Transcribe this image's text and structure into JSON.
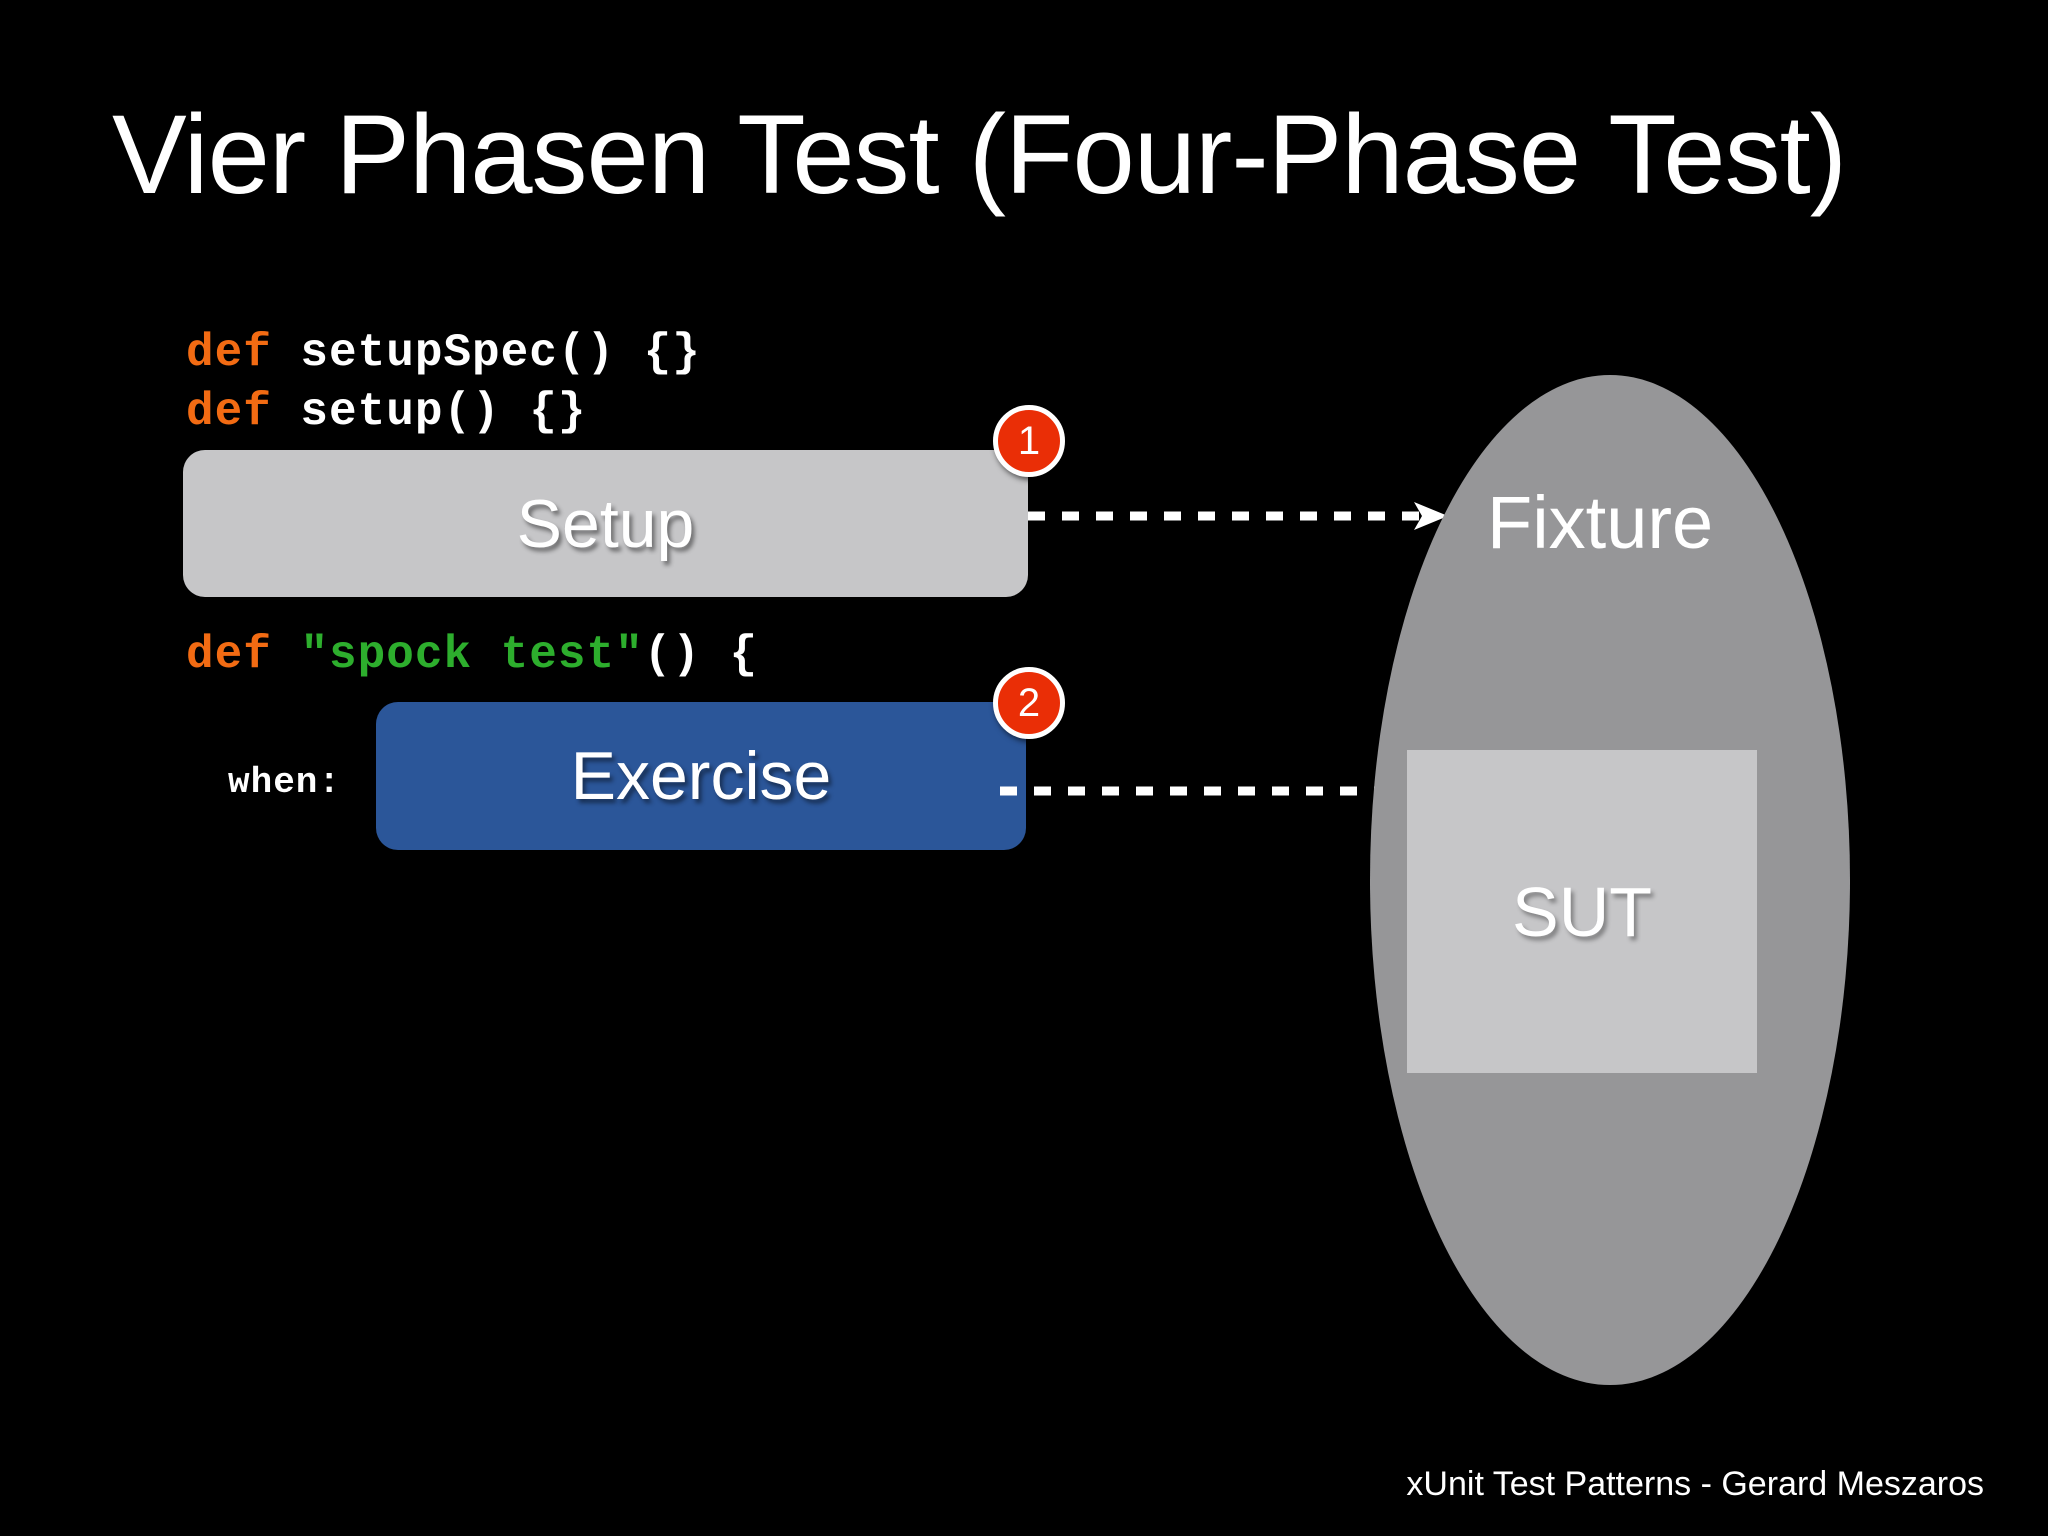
{
  "slide": {
    "title": "Vier Phasen Test (Four-Phase Test)",
    "background_color": "#000000",
    "footer_credit": "xUnit Test Patterns - Gerard Meszaros"
  },
  "code": {
    "line1": {
      "keyword": "def",
      "rest": " setupSpec() {}"
    },
    "line2": {
      "keyword": "def",
      "rest": " setup() {}"
    },
    "line3": {
      "keyword": "def",
      "space": " ",
      "string": "\"spock test\"",
      "rest": "() {"
    },
    "when_label": "when:",
    "keyword_color": "#F26B13",
    "string_color": "#2DAE2D",
    "default_color": "#FFFFFF"
  },
  "phases": [
    {
      "id": "setup",
      "label": "Setup",
      "badge": "1",
      "fill_color": "#C6C6C8",
      "text_color": "#FFFFFF"
    },
    {
      "id": "exercise",
      "label": "Exercise",
      "badge": "2",
      "fill_color": "#2B5699",
      "text_color": "#FFFFFF"
    }
  ],
  "badges": {
    "badge1": "1",
    "badge2": "2",
    "fill_color": "#EA2E06",
    "ring_color": "#FFFFFF"
  },
  "system": {
    "fixture_label": "Fixture",
    "fixture_color": "#969698",
    "sut_label": "SUT",
    "sut_color": "#C6C6C8"
  },
  "arrows": [
    {
      "id": "setup-to-fixture",
      "style": "dashed",
      "color": "#FFFFFF",
      "from": "Setup",
      "to": "Fixture"
    },
    {
      "id": "exercise-to-sut",
      "style": "dashed",
      "color": "#FFFFFF",
      "from": "Exercise",
      "to": "SUT"
    }
  ]
}
